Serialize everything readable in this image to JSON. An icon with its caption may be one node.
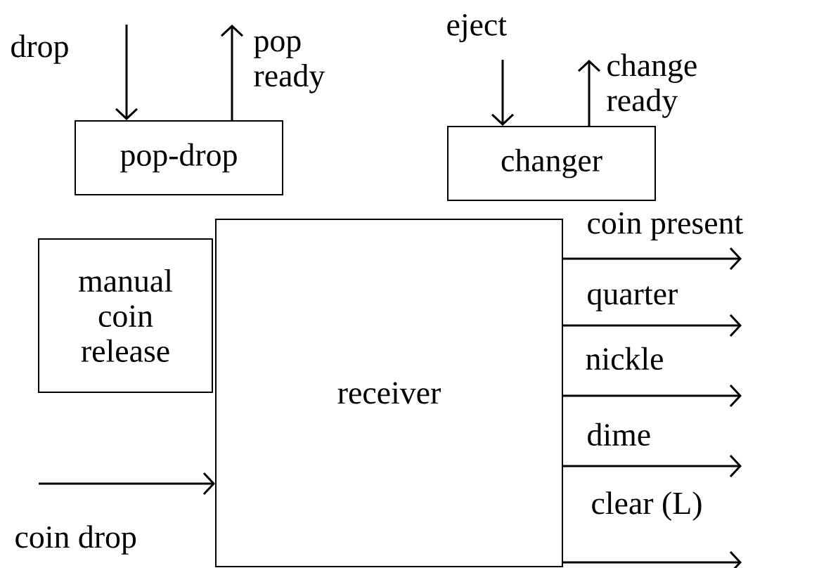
{
  "diagram": {
    "nodes": [
      {
        "text": [
          "pop-drop"
        ]
      },
      {
        "text": [
          "changer"
        ]
      },
      {
        "text": [
          "manual coin release"
        ]
      },
      {
        "text": [
          "receiver"
        ]
      }
    ],
    "edges": [
      {
        "from": null,
        "to": 0,
        "arrow": "to",
        "label": "drop"
      },
      {
        "from": 0,
        "to": null,
        "arrow": "to",
        "label": "pop ready"
      },
      {
        "from": null,
        "to": 1,
        "arrow": "to",
        "label": "eject"
      },
      {
        "from": 1,
        "to": null,
        "arrow": "to",
        "label": "change ready"
      },
      {
        "from": 3,
        "to": null,
        "arrow": "to",
        "label": "coin present"
      },
      {
        "from": 3,
        "to": null,
        "arrow": "to",
        "label": "quarter"
      },
      {
        "from": 3,
        "to": null,
        "arrow": "to",
        "label": "nickle"
      },
      {
        "from": 3,
        "to": null,
        "arrow": "to",
        "label": "dime"
      },
      {
        "from": 3,
        "to": null,
        "arrow": "to",
        "label": "clear (L)"
      },
      {
        "from": null,
        "to": 3,
        "arrow": "to",
        "label": "coin drop"
      }
    ]
  }
}
